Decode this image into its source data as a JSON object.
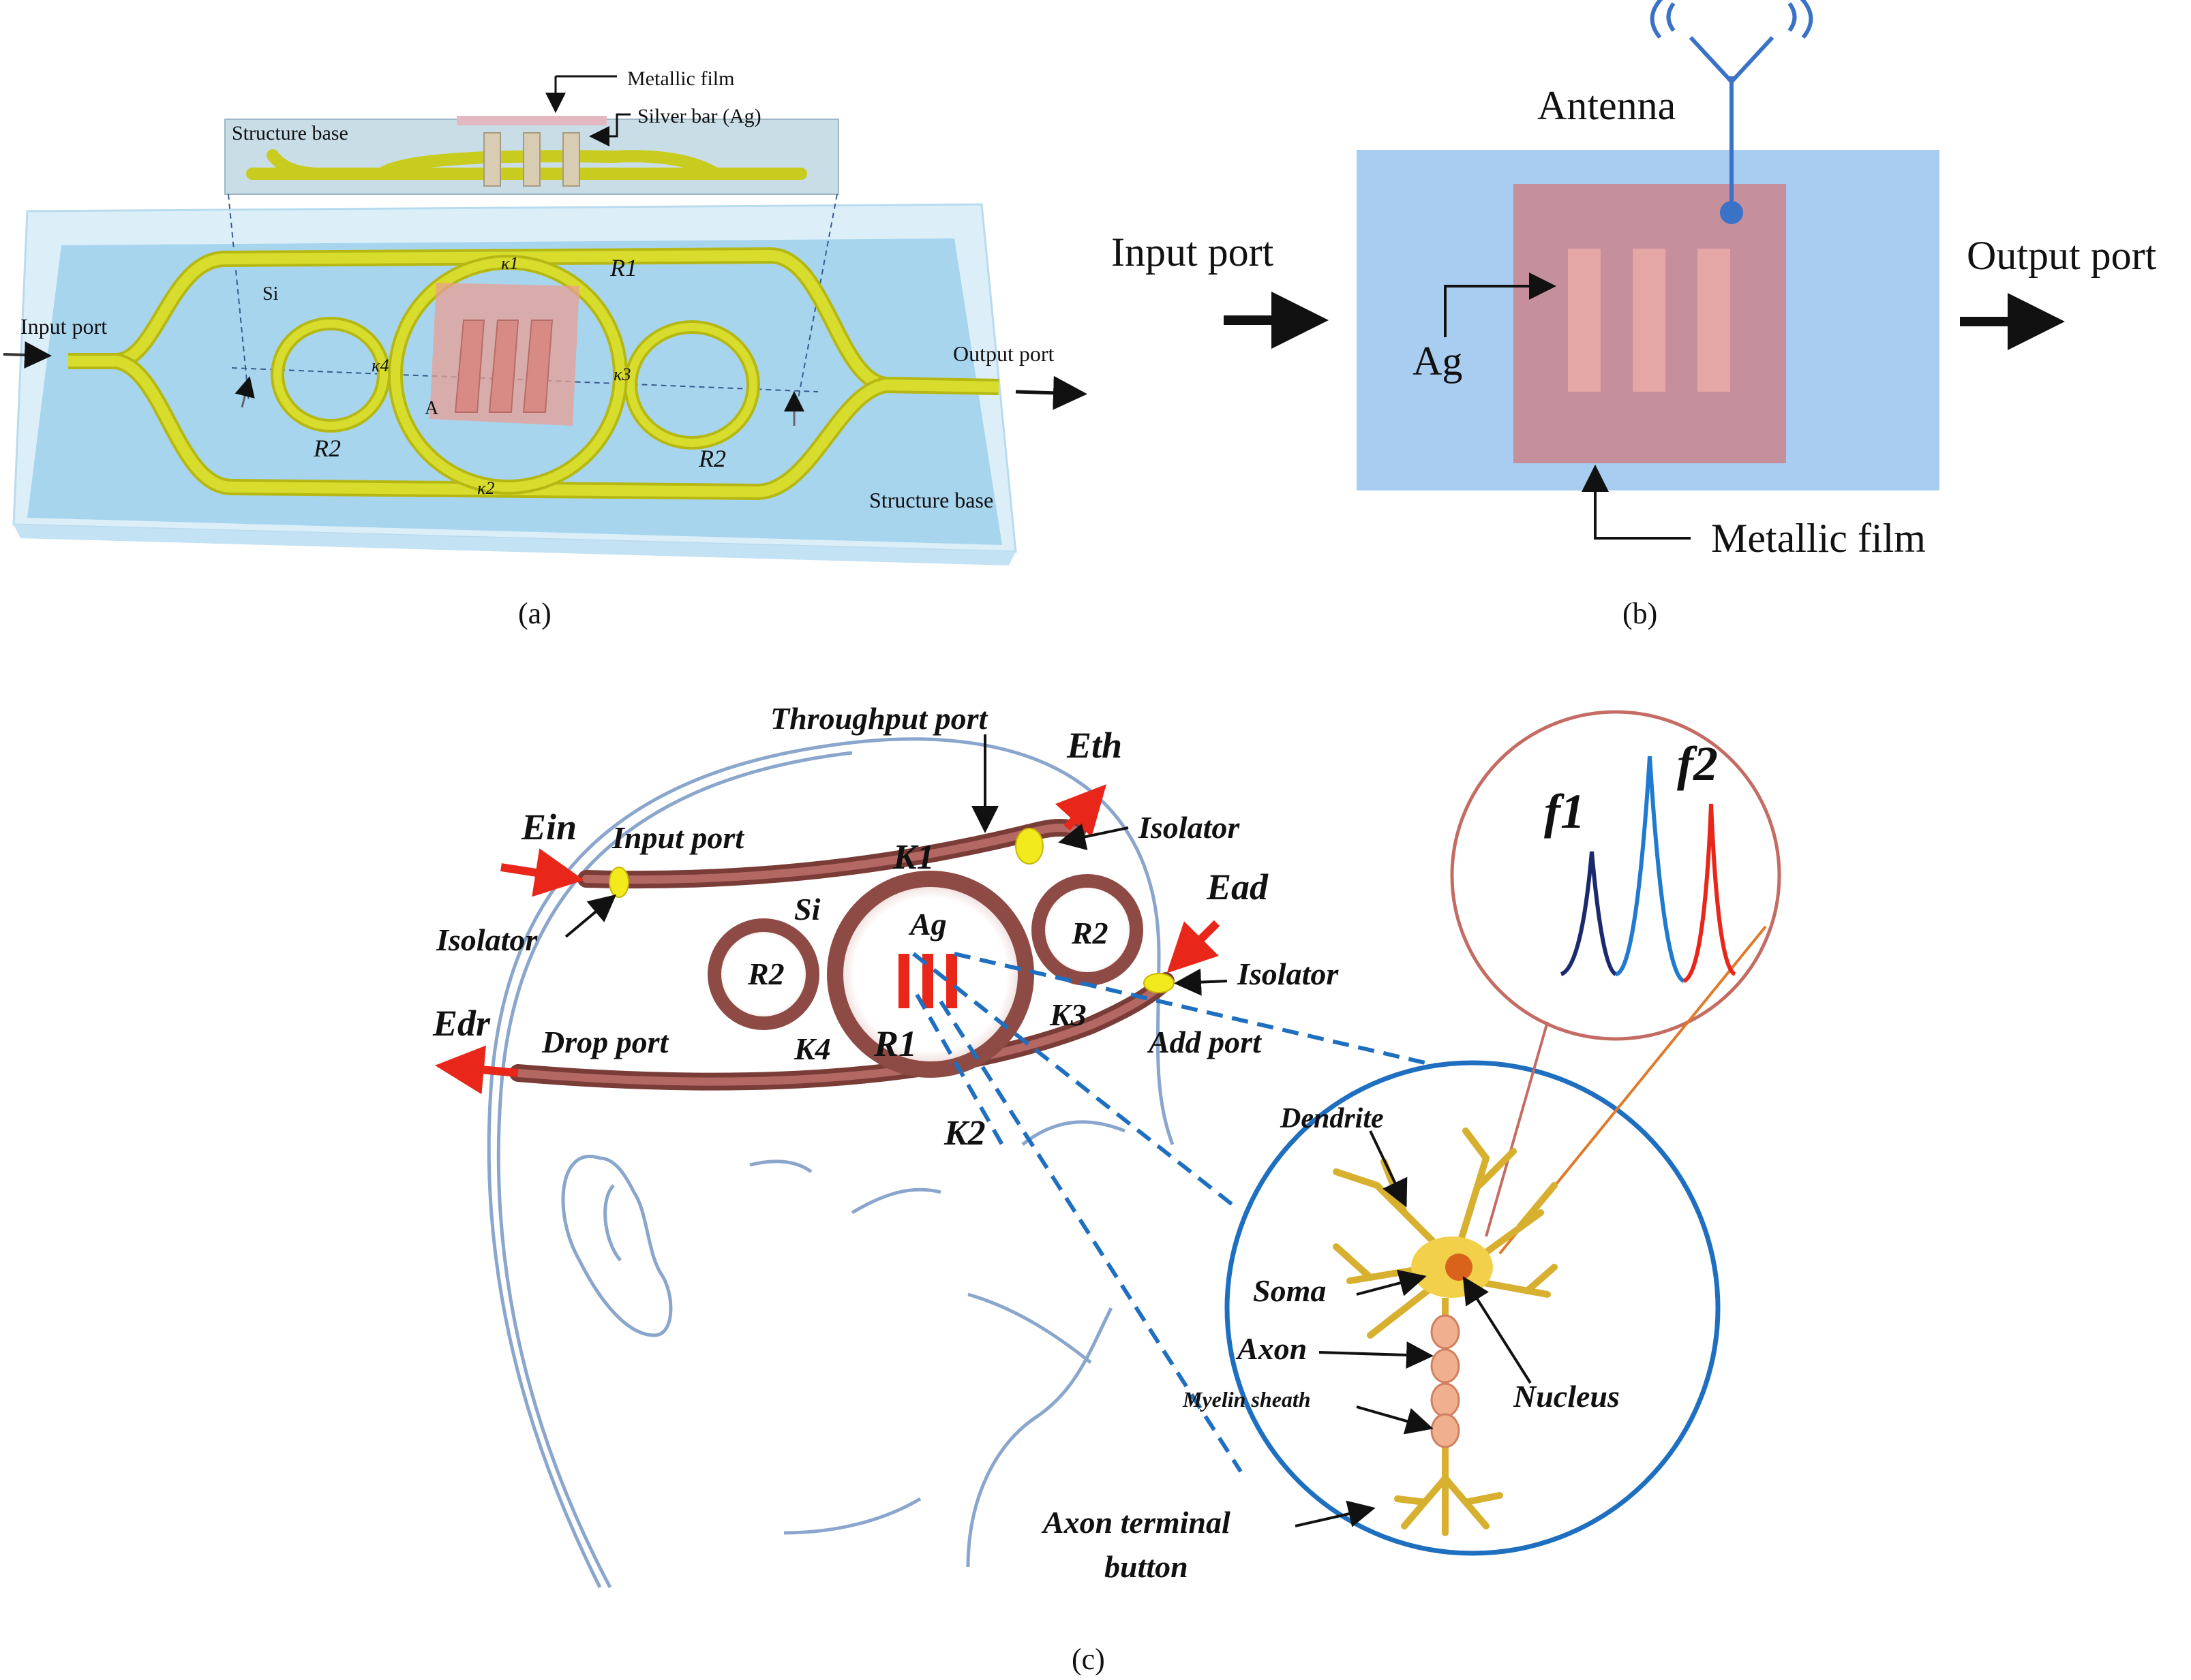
{
  "panel_a": {
    "caption": "(a)",
    "metallic_film": "Metallic film",
    "silver_bar": "Silver bar (Ag)",
    "structure_base_top": "Structure base",
    "structure_base_bottom": "Structure base",
    "input_port": "Input port",
    "output_port": "Output port",
    "si": "Si",
    "a": "A",
    "k1": "κ1",
    "k2": "κ2",
    "k3": "κ3",
    "k4": "κ4",
    "r1": "R1",
    "r2_left": "R2",
    "r2_right": "R2"
  },
  "panel_b": {
    "caption": "(b)",
    "antenna": "Antenna",
    "input_port": "Input port",
    "output_port": "Output port",
    "ag": "Ag",
    "metallic_film": "Metallic film"
  },
  "panel_c": {
    "caption": "(c)",
    "throughput_port": "Throughput port",
    "eth": "Eth",
    "ein": "Ein",
    "input_port": "Input port",
    "k1": "K1",
    "isolator_top": "Isolator",
    "isolator_left": "Isolator",
    "isolator_right": "Isolator",
    "si": "Si",
    "ag": "Ag",
    "ead": "Ead",
    "r2_left": "R2",
    "r2_right": "R2",
    "r1": "R1",
    "k3": "K3",
    "k4": "K4",
    "k2": "K2",
    "edr": "Edr",
    "drop_port": "Drop port",
    "add_port": "Add port",
    "f1": "f1",
    "f2": "f2",
    "dendrite": "Dendrite",
    "soma": "Soma",
    "axon": "Axon",
    "nucleus": "Nucleus",
    "myelin": "Myelin sheath",
    "axon_terminal_1": "Axon terminal",
    "axon_terminal_2": "button"
  },
  "colors": {
    "waveguide_yellow": "#c8cc1e",
    "base_blue": "#9fd0ec",
    "film_pink": "#d99a9a",
    "panel_b_blue": "#a9cdf0",
    "panel_b_film": "#c68f9c",
    "ring_brown": "#8e4a45",
    "circle_blue": "#1f6fc0",
    "isolator_yellow": "#f2ea1c",
    "arrow_red": "#e8261a"
  }
}
